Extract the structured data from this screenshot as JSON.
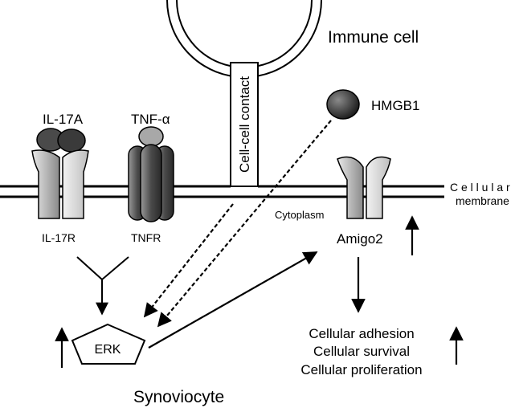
{
  "labels": {
    "immune_cell": "Immune cell",
    "cell_cell_contact": "Cell-cell contact",
    "hmgb1": "HMGB1",
    "il17a": "IL-17A",
    "tnf_alpha": "TNF-α",
    "il17r": "IL-17R",
    "tnfr": "TNFR",
    "cytoplasm": "Cytoplasm",
    "amigo2": "Amigo2",
    "cellular": "C e l l u l a r",
    "membrane": "membrane",
    "erk": "ERK",
    "synoviocyte": "Synoviocyte",
    "effects": [
      "Cellular adhesion",
      "Cellular survival",
      "Cellular proliferation"
    ]
  },
  "colors": {
    "line": "#000000",
    "ligand_dark": "#3a3a3a",
    "ligand_light": "#a8a8a8",
    "receptor_gray": "#c9c9c9",
    "receptor_dark": "#6a6a6a"
  }
}
